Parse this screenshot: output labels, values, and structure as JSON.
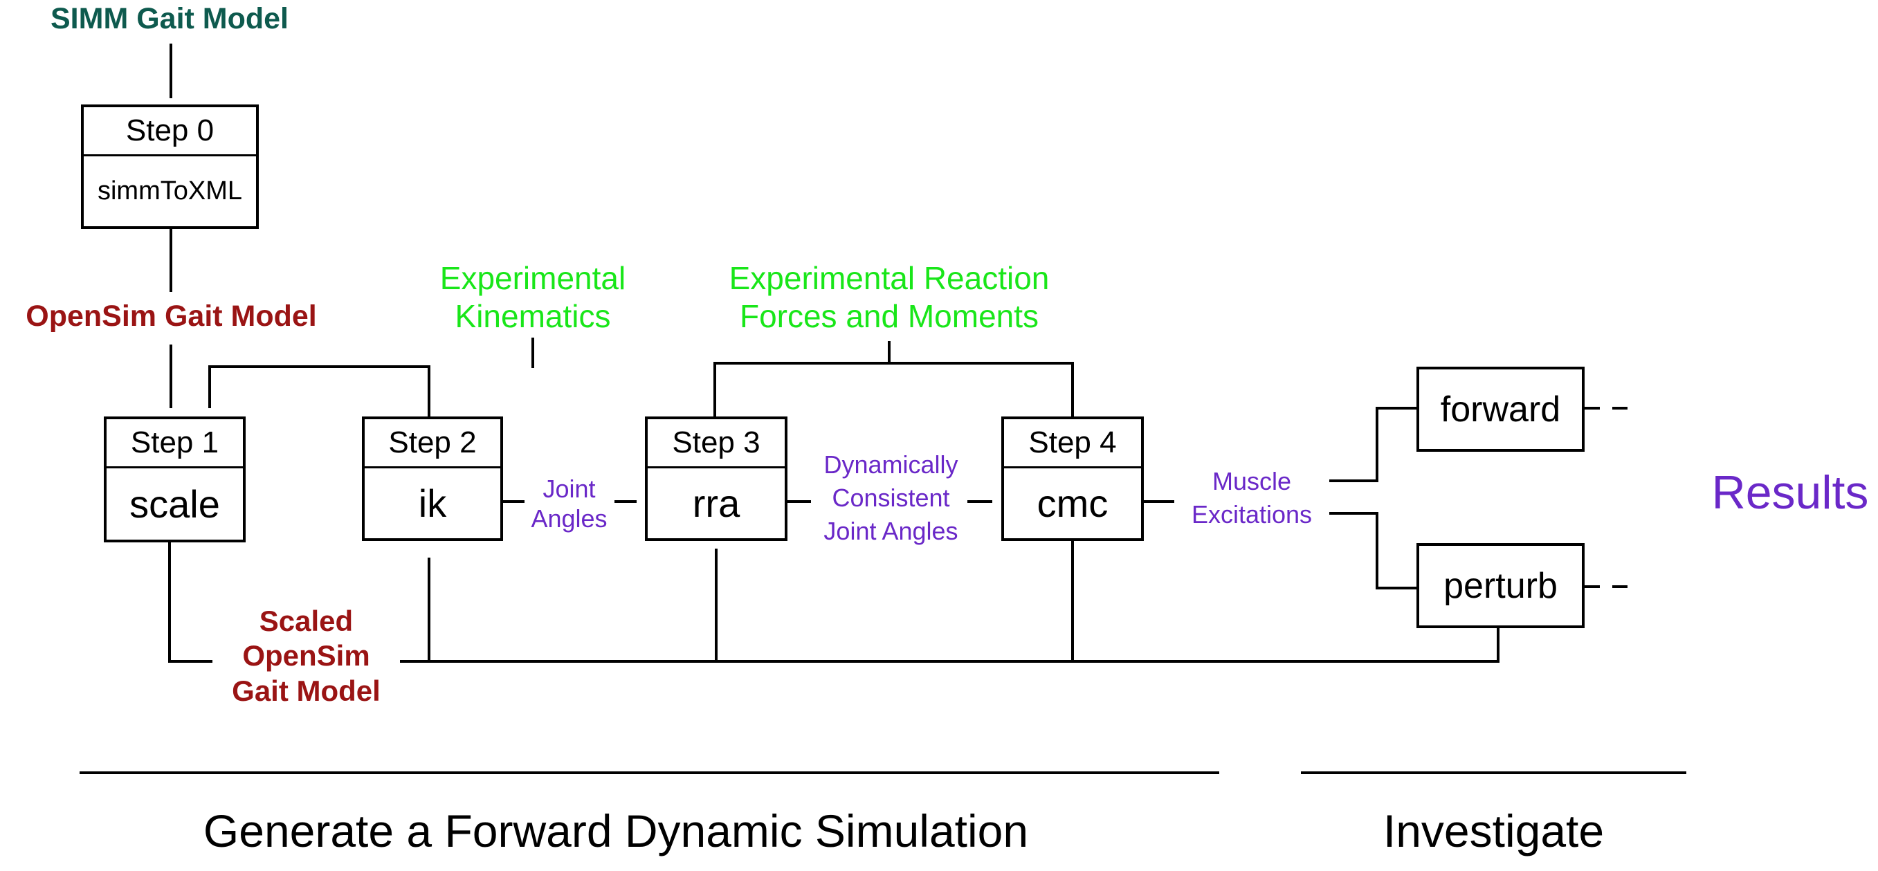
{
  "models": {
    "simm": "SIMM Gait Model",
    "opensim": "OpenSim Gait Model",
    "scaled": [
      "Scaled",
      "OpenSim",
      "Gait Model"
    ]
  },
  "steps": [
    {
      "step": "Step 0",
      "tool": "simmToXML"
    },
    {
      "step": "Step 1",
      "tool": "scale"
    },
    {
      "step": "Step 2",
      "tool": "ik"
    },
    {
      "step": "Step 3",
      "tool": "rra"
    },
    {
      "step": "Step 4",
      "tool": "cmc"
    }
  ],
  "inputs": {
    "kinematics": [
      "Experimental",
      "Kinematics"
    ],
    "forces": [
      "Experimental Reaction",
      "Forces and Moments"
    ]
  },
  "outputs": {
    "joint_angles": [
      "Joint",
      "Angles"
    ],
    "consistent": [
      "Dynamically",
      "Consistent",
      "Joint Angles"
    ],
    "excitations": [
      "Muscle",
      "Excitations"
    ]
  },
  "investigate_tools": {
    "forward": "forward",
    "perturb": "perturb",
    "results": "Results"
  },
  "sections": {
    "generate": "Generate a Forward Dynamic Simulation",
    "investigate": "Investigate"
  },
  "colors": {
    "input_green": "#19e619",
    "output_purple": "#6a28c8",
    "model_red": "#9a1414",
    "simm_teal": "#0e5a4e"
  }
}
